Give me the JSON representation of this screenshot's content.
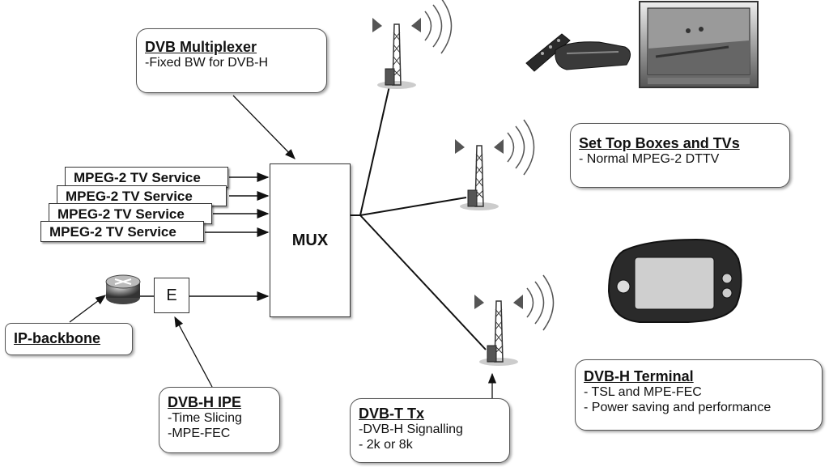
{
  "mux": {
    "label": "MUX"
  },
  "encapsulator": {
    "label": "E"
  },
  "services": [
    "MPEG-2 TV Service",
    "MPEG-2 TV Service",
    "MPEG-2 TV Service",
    "MPEG-2 TV Service"
  ],
  "ip_backbone": {
    "label": "IP-backbone"
  },
  "callouts": {
    "multiplexer": {
      "title": "DVB Multiplexer",
      "lines": [
        "-Fixed BW for DVB-H"
      ]
    },
    "set_top": {
      "title": "Set Top Boxes and TVs",
      "lines": [
        "- Normal MPEG-2 DTTV"
      ]
    },
    "ipe": {
      "title": "DVB-H IPE",
      "lines": [
        "-Time Slicing",
        "-MPE-FEC"
      ]
    },
    "tx": {
      "title": "DVB-T Tx",
      "lines": [
        "-DVB-H Signalling",
        "- 2k or 8k"
      ]
    },
    "terminal": {
      "title": "DVB-H Terminal",
      "lines": [
        "- TSL and MPE-FEC",
        "- Power saving and performance"
      ]
    }
  },
  "icons": [
    "transmitter-tower-icon",
    "set-top-box-icon",
    "remote-control-icon",
    "television-icon",
    "router-icon",
    "handheld-terminal-icon"
  ]
}
